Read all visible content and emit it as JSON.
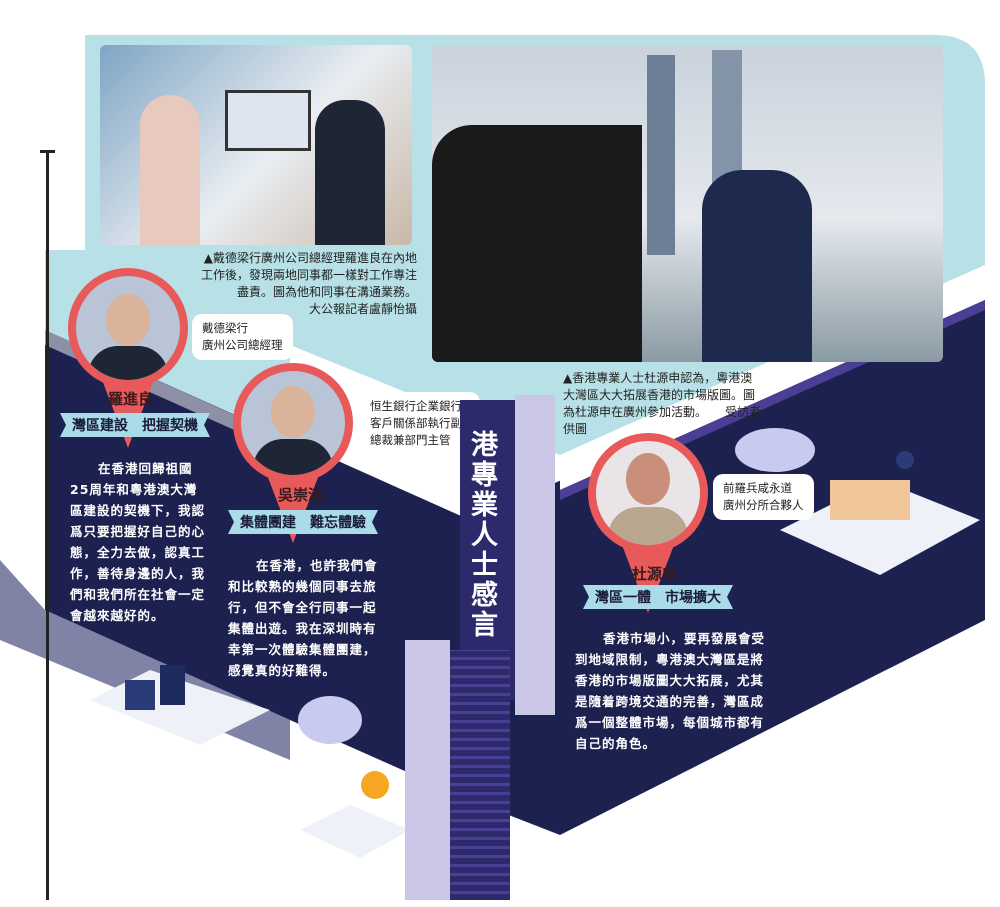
{
  "header": {
    "vertical_title": "港專業人士感言"
  },
  "photos": [
    {
      "caption": "▲戴德梁行廣州公司總經理羅進良在內地工作後，發現兩地同事都一樣對工作專注盡責。圖為他和同事在溝通業務。",
      "credit": "大公報記者盧靜怡攝"
    },
    {
      "caption": "▲香港專業人士杜源申認為，粵港澳大灣區大大拓展香港的市場版圖。圖為杜源申在廣州參加活動。",
      "credit": "受訪者供圖"
    }
  ],
  "profiles": [
    {
      "name": "羅進良",
      "title": "戴德梁行\n廣州公司總經理",
      "headline": "灣區建設　把握契機",
      "quote": "在香港回歸祖國25周年和粵港澳大灣區建設的契機下，我認爲只要把握好自己的心態，全力去做，認真工作，善待身邊的人，我們和我們所在社會一定會越來越好的。"
    },
    {
      "name": "吳崇溱",
      "title": "恒生銀行企業銀行客戶關係部執行副總裁兼部門主管",
      "headline": "集體團建　難忘體驗",
      "quote": "在香港，也許我們會和比較熟的幾個同事去旅行，但不會全行同事一起集體出遊。我在深圳時有幸第一次體驗集體團建，感覺真的好難得。"
    },
    {
      "name": "杜源申",
      "title": "前羅兵咸永道\n廣州分所合夥人",
      "headline": "灣區一體　市場擴大",
      "quote": "香港市場小，要再發展會受到地域限制，粵港澳大灣區是將香港的市場版圖大大拓展，尤其是隨着跨境交通的完善，灣區成爲一個整體市場，每個城市都有自己的角色。"
    }
  ],
  "colors": {
    "panel": "#b7e1e6",
    "navy": "#1d2150",
    "pin": "#e8595a",
    "banner": "#a9dbe8",
    "tower": "#c9c6e6"
  }
}
